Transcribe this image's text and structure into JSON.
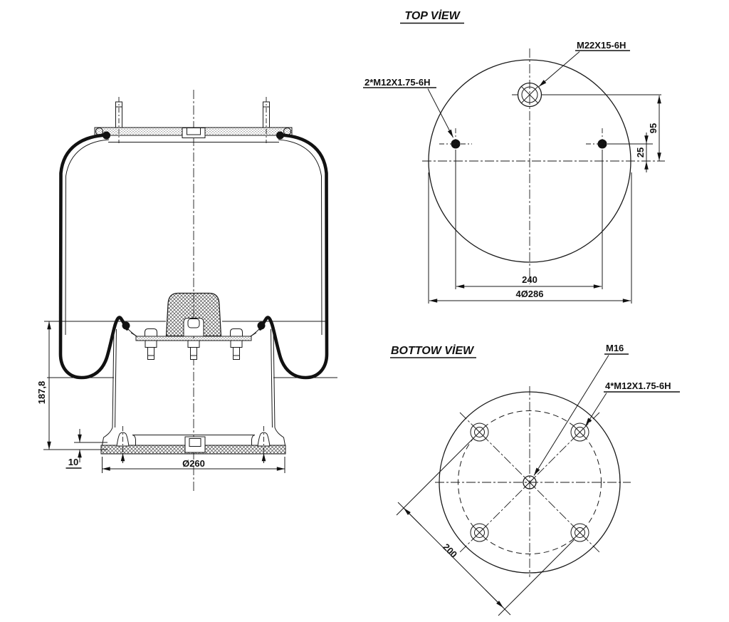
{
  "drawing": {
    "side_view": {
      "dim_height": "187,8",
      "dim_pad_thickness": "10",
      "dim_base_diameter": "Ø260"
    },
    "top_view": {
      "title": "TOP VİEW",
      "port_thread_label": "M22X15-6H",
      "stud_thread_label": "2*M12X1.75-6H",
      "dim_port_offset": "95",
      "dim_stud_offset": "25",
      "dim_stud_spacing": "240",
      "dim_outer_diameter": "4Ø286"
    },
    "bottom_view": {
      "title": "BOTTOW VİEW",
      "center_thread_label": "M16",
      "bolt_thread_label": "4*M12X1.75-6H",
      "dim_bolt_diagonal": "200"
    }
  },
  "colors": {
    "line": "#1a1a1a",
    "background": "#ffffff"
  }
}
